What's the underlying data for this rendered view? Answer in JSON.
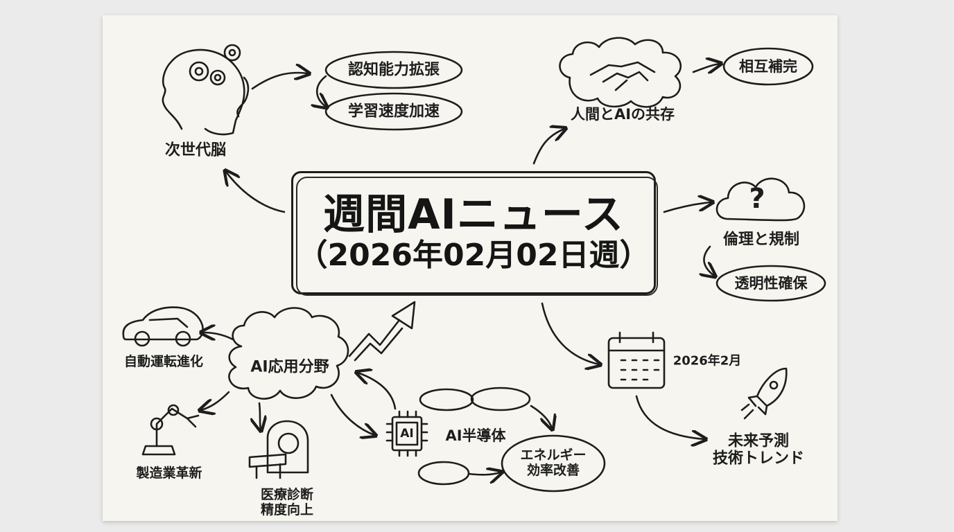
{
  "title": {
    "line1": "週間AIニュース",
    "line2": "（2026年02月02日週）"
  },
  "brain": {
    "label": "次世代脳",
    "items": [
      "認知能力拡張",
      "学習速度加速"
    ]
  },
  "coexistence": {
    "label": "人間とAIの共存",
    "item": "相互補完"
  },
  "ethics": {
    "label": "倫理と規制",
    "item": "透明性確保"
  },
  "applications": {
    "label": "AI応用分野",
    "items": [
      "自動運転進化",
      "製造業革新",
      "医療診断\n精度向上"
    ]
  },
  "semiconductor": {
    "chip_text": "AI",
    "label": "AI半導体",
    "item": "エネルギー\n効率改善"
  },
  "forecast": {
    "date": "2026年2月",
    "label": "未来予測\n技術トレンド"
  },
  "icons": [
    "brain-gears-icon",
    "handshake-icon",
    "question-cloud-icon",
    "car-icon",
    "robot-arm-icon",
    "mri-scanner-icon",
    "chip-icon",
    "calendar-icon",
    "rocket-icon",
    "trend-arrow-icon"
  ]
}
